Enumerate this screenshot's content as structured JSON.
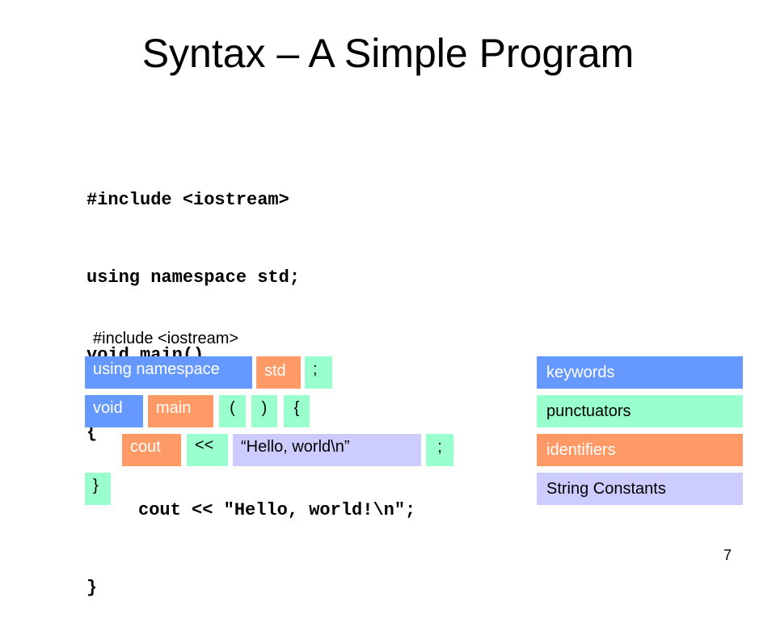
{
  "slide": {
    "title": "Syntax – A Simple Program",
    "page_number": "7"
  },
  "code_lines": [
    "#include <iostream>",
    "using namespace std;",
    "void main()",
    "{",
    "cout << \"Hello, world!\\n\";",
    "}"
  ],
  "token_diagram": {
    "include_line": "#include <iostream>",
    "row1": [
      "using namespace",
      "std",
      ";"
    ],
    "row2": [
      "void",
      "main",
      "(",
      ")",
      "{"
    ],
    "row3": [
      "cout",
      "<<",
      "“Hello, world\\n”",
      ";"
    ],
    "row4": [
      "}"
    ]
  },
  "legend": [
    "keywords",
    "punctuators",
    "identifiers",
    "String Constants"
  ],
  "colors": {
    "keyword": "#6699ff",
    "punctuator": "#99ffcc",
    "identifier": "#ff9966",
    "string_constant": "#ccccff"
  }
}
